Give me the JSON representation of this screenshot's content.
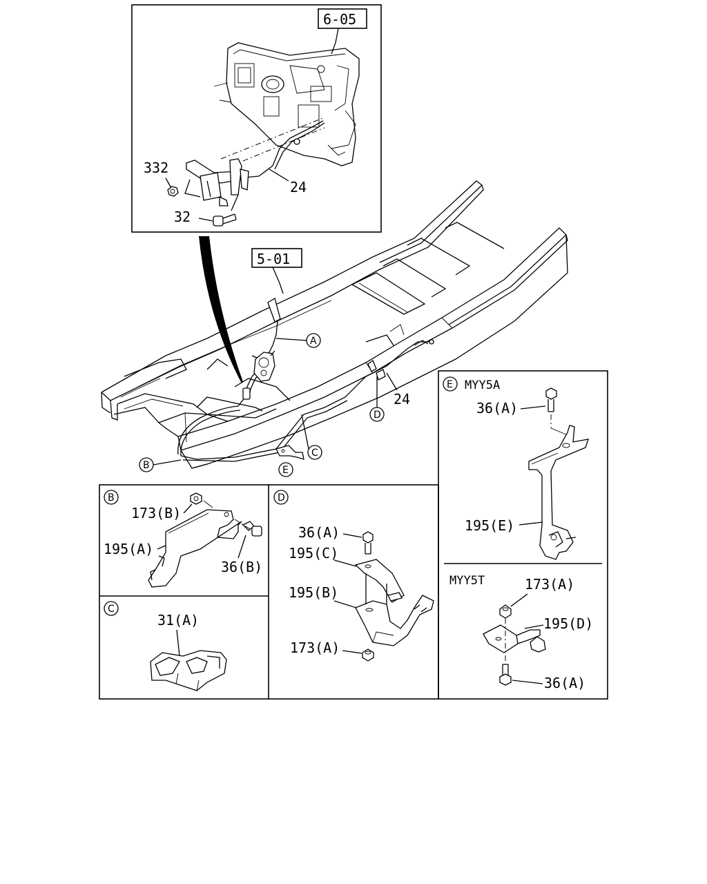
{
  "inset_top": {
    "ref_box": "6-05",
    "callouts": [
      "332",
      "32",
      "24"
    ]
  },
  "main": {
    "ref_box": "5-01",
    "callout_24": "24",
    "letters": [
      "A",
      "B",
      "C",
      "D",
      "E"
    ]
  },
  "detail_B": {
    "letter": "B",
    "labels": [
      "173(B)",
      "195(A)",
      "36(B)"
    ]
  },
  "detail_C": {
    "letter": "C",
    "labels": [
      "31(A)"
    ]
  },
  "detail_D": {
    "letter": "D",
    "labels": [
      "36(A)",
      "195(C)",
      "195(B)",
      "173(A)"
    ]
  },
  "detail_E": {
    "letter": "E",
    "variant_a": "MYY5A",
    "labels_a": [
      "36(A)",
      "195(E)"
    ],
    "variant_t": "MYY5T",
    "labels_t": [
      "173(A)",
      "195(D)",
      "36(A)"
    ]
  }
}
